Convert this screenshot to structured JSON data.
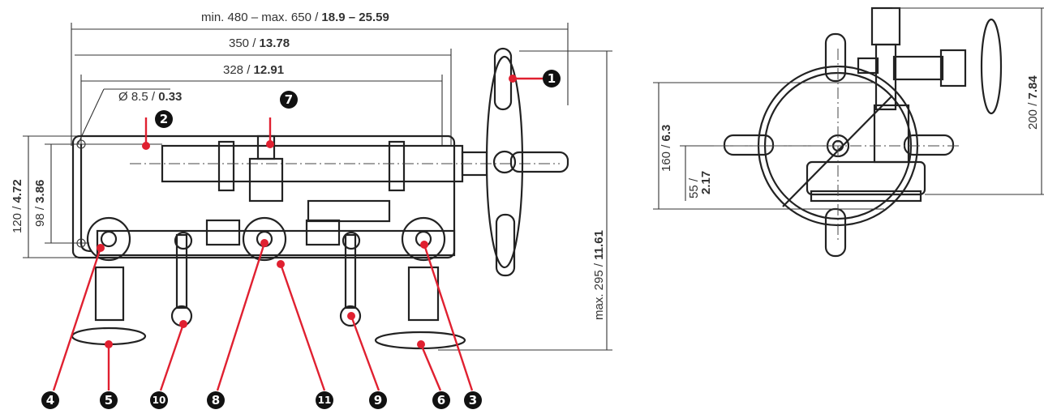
{
  "dimensions": {
    "overall_length": "min. 480 – max. 650 / ",
    "overall_length_in": "18.9 – 25.59",
    "length_350": "350 / ",
    "length_350_in": "13.78",
    "length_328": "328 / ",
    "length_328_in": "12.91",
    "bore": "Ø 8.5 / ",
    "bore_in": "0.33",
    "height_120": "120 / ",
    "height_120_in": "4.72",
    "height_98": "98 / ",
    "height_98_in": "3.86",
    "height_295": "max. 295 / ",
    "height_295_in": "11.61",
    "side_160": "160 / ",
    "side_160_in": "6.3",
    "side_55": "55 /",
    "side_55_in": "2.17",
    "side_200": "200 / ",
    "side_200_in": "7.84"
  },
  "callouts": [
    {
      "number": "1"
    },
    {
      "number": "2"
    },
    {
      "number": "3"
    },
    {
      "number": "4"
    },
    {
      "number": "5"
    },
    {
      "number": "6"
    },
    {
      "number": "7"
    },
    {
      "number": "8"
    },
    {
      "number": "9"
    },
    {
      "number": "10"
    },
    {
      "number": "11"
    }
  ],
  "colors": {
    "callout_leader": "#e02030",
    "callout_badge": "#111111",
    "drawing": "#222222"
  }
}
